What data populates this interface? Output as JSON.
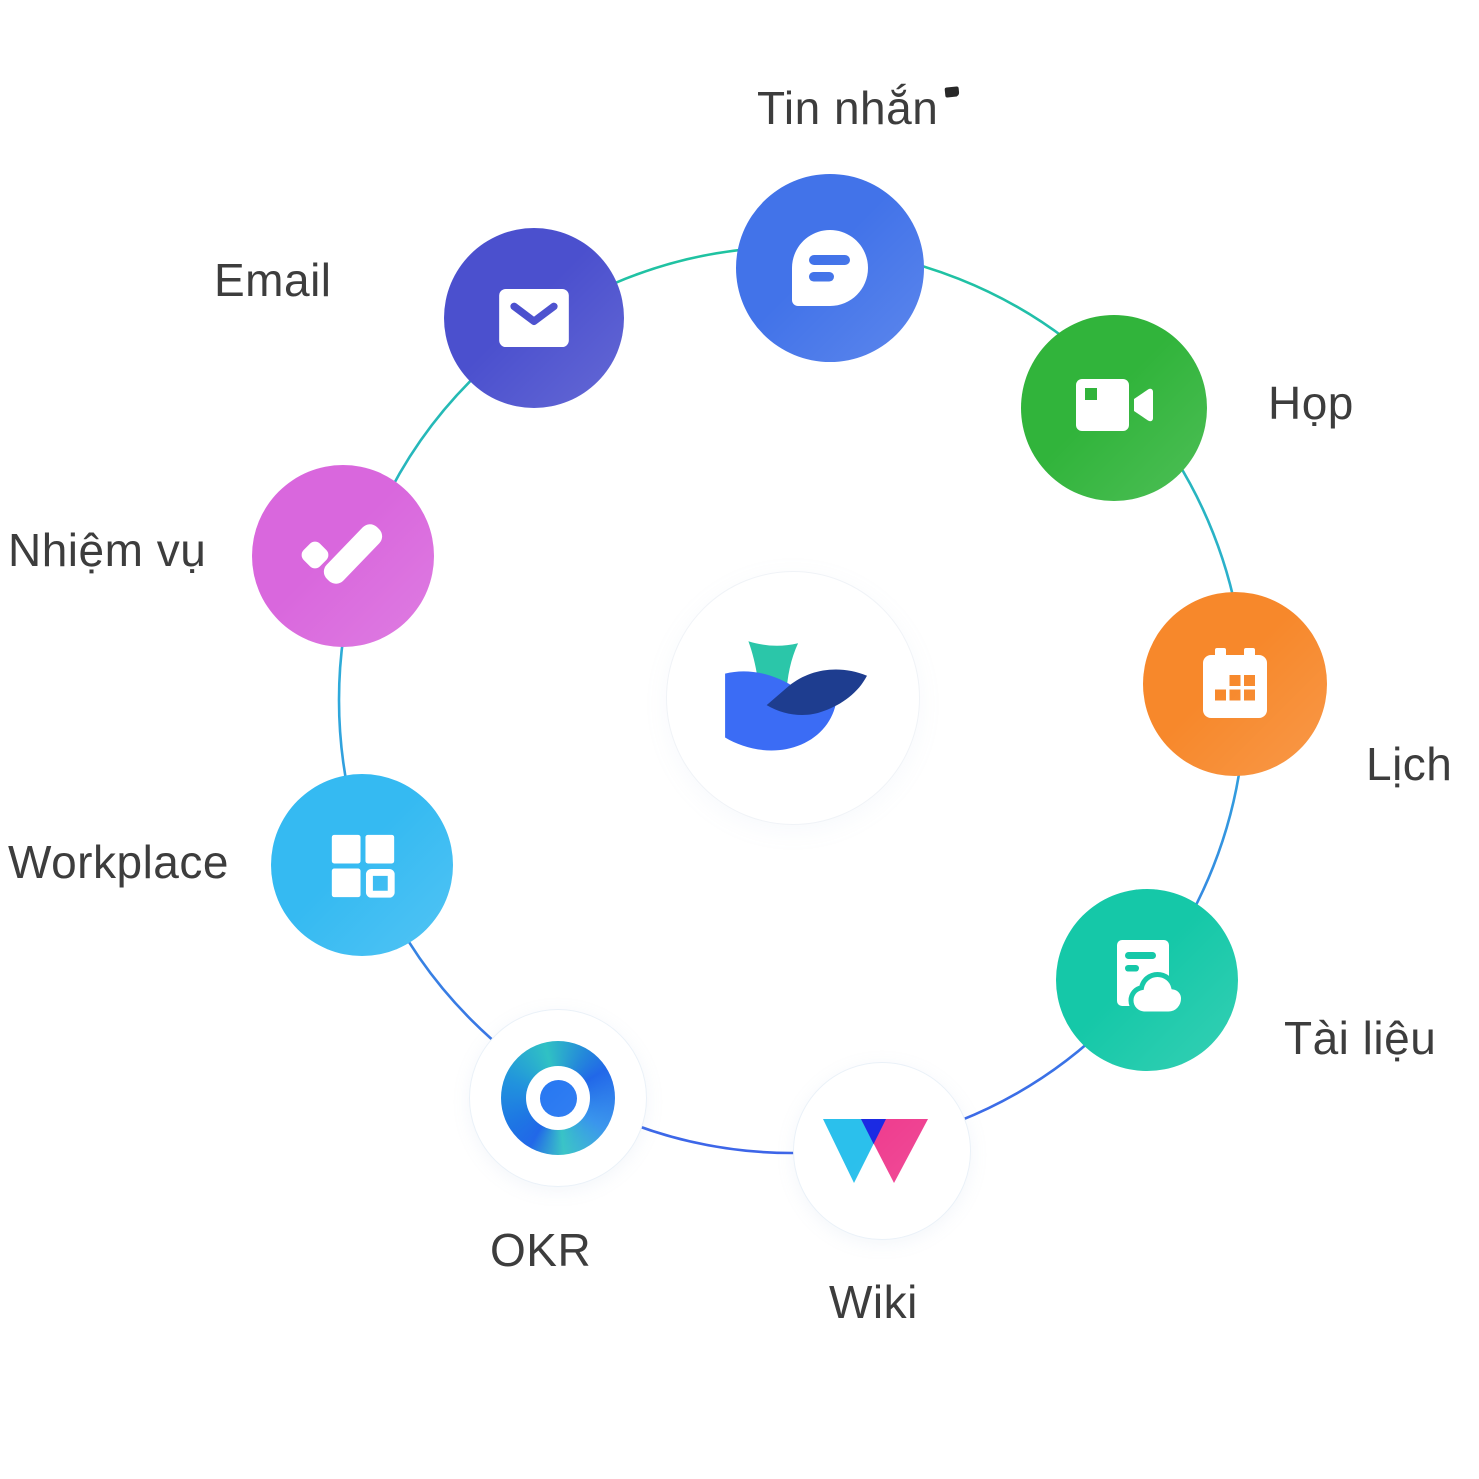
{
  "background": "#ffffff",
  "label_color": "#3d3d3d",
  "ring": {
    "gradient": [
      "#1fc3a0",
      "#2fa9dc",
      "#3d65e8"
    ],
    "stroke_width": "2.6"
  },
  "center_logo": {
    "name": "lark-bird-logo",
    "colors": {
      "teal": "#2bc6a9",
      "blue": "#3b6cf5",
      "navy": "#1e3d8f"
    }
  },
  "apps": [
    {
      "id": "messages",
      "label": "Tin nhắn",
      "color": "#4273e9",
      "icon": "chat-bubble"
    },
    {
      "id": "meetings",
      "label": "Họp",
      "color": "#31b43b",
      "icon": "video-camera"
    },
    {
      "id": "calendar",
      "label": "Lịch",
      "color": "#f7882b",
      "icon": "calendar"
    },
    {
      "id": "docs",
      "label": "Tài liệu",
      "color": "#15c8a8",
      "icon": "document-cloud"
    },
    {
      "id": "wiki",
      "label": "Wiki",
      "color": "#ffffff",
      "icon": "wiki-w",
      "colors": {
        "cyan": "#2bc0ec",
        "pink": "#ef3f90",
        "overlap": "#1b2ae3"
      }
    },
    {
      "id": "okr",
      "label": "OKR",
      "color": "#ffffff",
      "icon": "okr-rings",
      "colors": {
        "blue": "#1c64e8",
        "teal": "#30c1c4",
        "dot": "#2979f2"
      }
    },
    {
      "id": "workplace",
      "label": "Workplace",
      "color": "#35baf2",
      "icon": "app-grid"
    },
    {
      "id": "tasks",
      "label": "Nhiệm vụ",
      "color": "#d967dd",
      "icon": "checkmark"
    },
    {
      "id": "email",
      "label": "Email",
      "color": "#4b50ce",
      "icon": "envelope"
    }
  ]
}
